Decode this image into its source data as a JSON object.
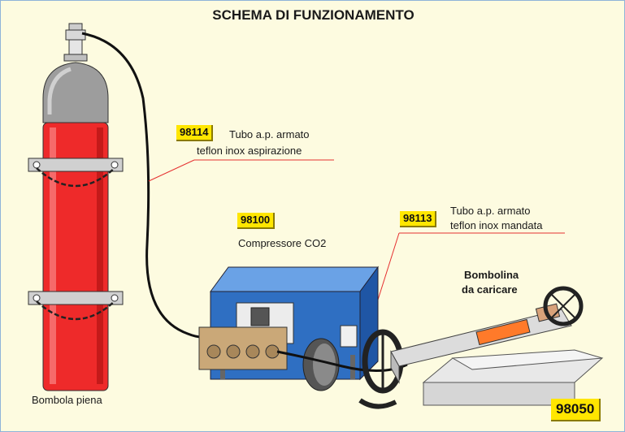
{
  "title": "SCHEMA DI FUNZIONAMENTO",
  "parts": {
    "hose_suction": {
      "code": "98114",
      "line1": "Tubo a.p. armato",
      "line2": "teflon inox aspirazione"
    },
    "compressor": {
      "code": "98100",
      "label": "Compressore CO2"
    },
    "hose_delivery": {
      "code": "98113",
      "line1": "Tubo a.p. armato",
      "line2": "teflon inox mandata"
    },
    "small_bottle": {
      "line1": "Bombolina",
      "line2": "da caricare",
      "code": "98050"
    },
    "full_bottle": {
      "label": "Bombola piena"
    }
  },
  "colors": {
    "background": "#fdfbe0",
    "border": "#8fb3d9",
    "code_badge": "#ffe600",
    "cylinder": "#ee2a2a",
    "compressor": "#2f6fc2"
  }
}
